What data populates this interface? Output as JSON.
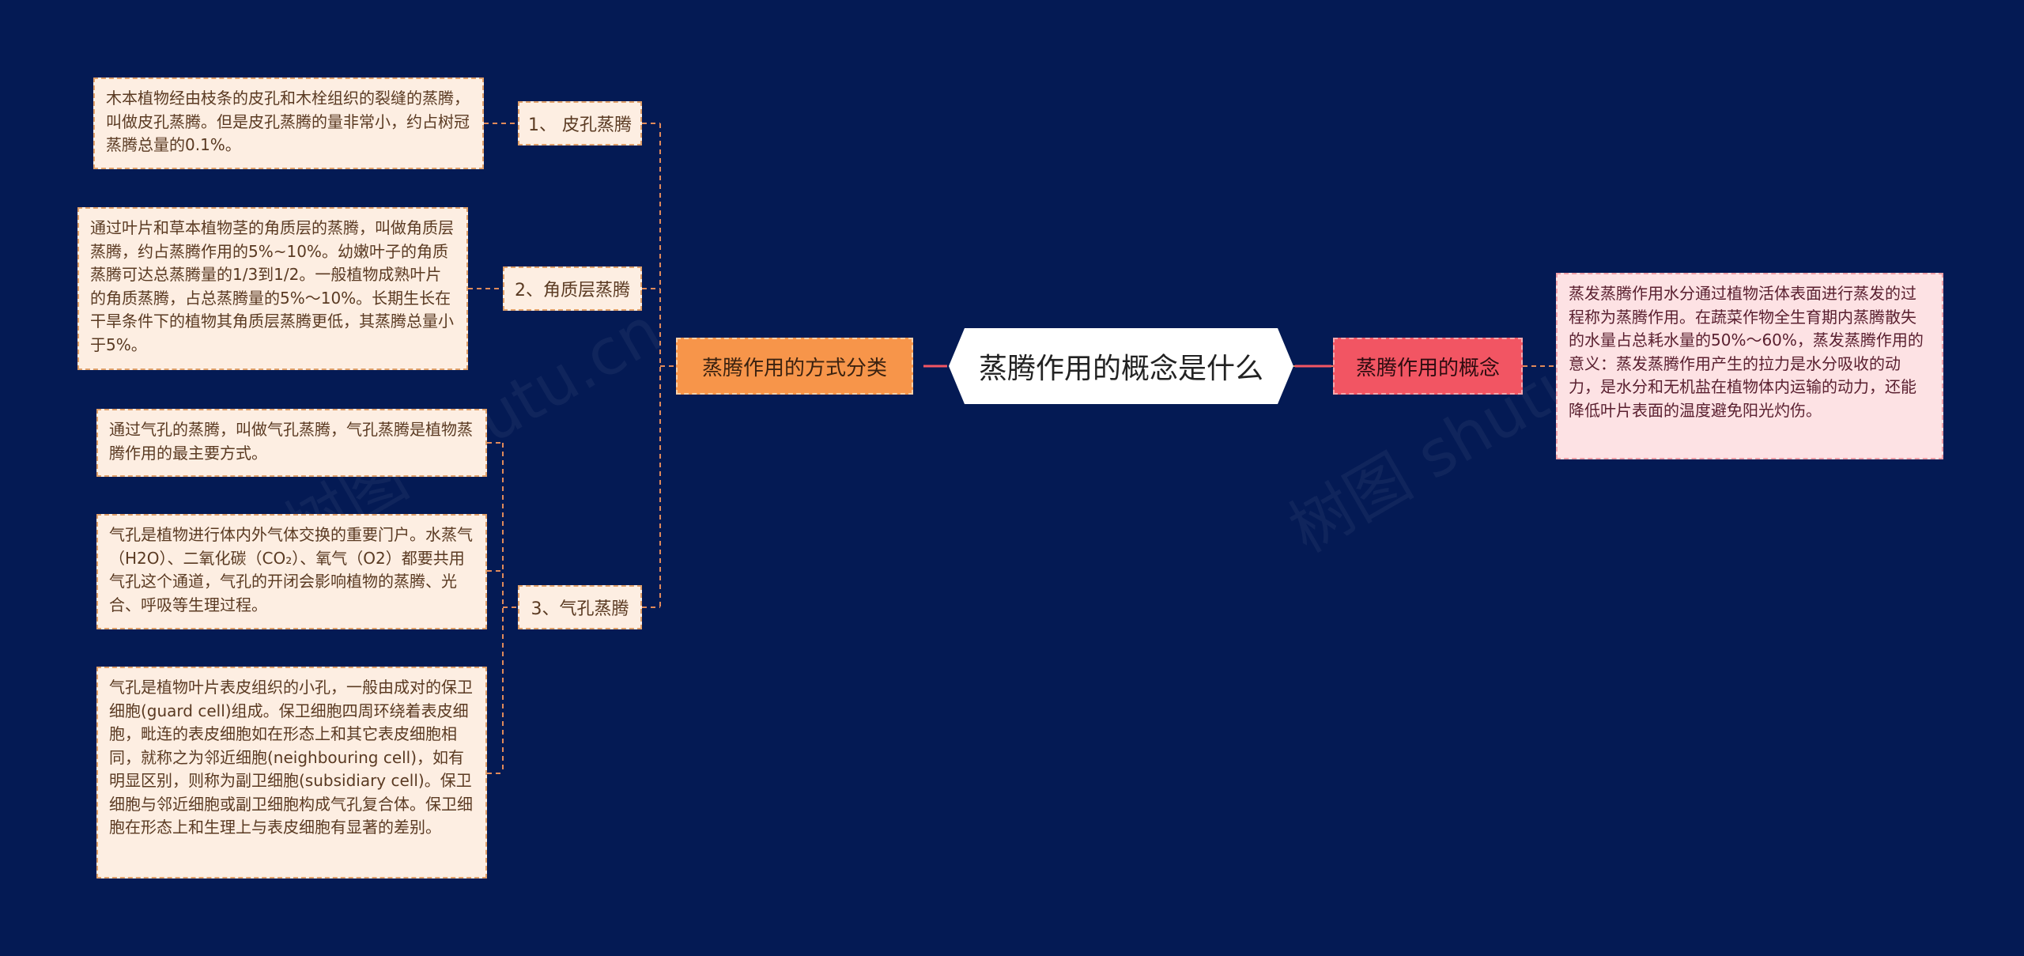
{
  "center": {
    "text": "蒸腾作用的概念是什么"
  },
  "left_branch": {
    "label": "蒸腾作用的方式分类",
    "children": [
      {
        "label": "1、 皮孔蒸腾",
        "details": [
          "木本植物经由枝条的皮孔和木栓组织的裂缝的蒸腾，叫做皮孔蒸腾。但是皮孔蒸腾的量非常小，约占树冠蒸腾总量的0.1%。"
        ]
      },
      {
        "label": "2、角质层蒸腾",
        "details": [
          "通过叶片和草本植物茎的角质层的蒸腾，叫做角质层蒸腾，约占蒸腾作用的5%~10%。幼嫩叶子的角质蒸腾可达总蒸腾量的1/3到1/2。一般植物成熟叶片的角质蒸腾，占总蒸腾量的5%～10%。长期生长在干旱条件下的植物其角质层蒸腾更低，其蒸腾总量小于5%。"
        ]
      },
      {
        "label": "3、气孔蒸腾",
        "details": [
          "通过气孔的蒸腾，叫做气孔蒸腾，气孔蒸腾是植物蒸腾作用的最主要方式。",
          "气孔是植物进行体内外气体交换的重要门户。水蒸气（H2O）、二氧化碳（CO₂）、氧气（O2）都要共用气孔这个通道，气孔的开闭会影响植物的蒸腾、光合、呼吸等生理过程。",
          "气孔是植物叶片表皮组织的小孔，一般由成对的保卫细胞(guard cell)组成。保卫细胞四周环绕着表皮细胞，毗连的表皮细胞如在形态上和其它表皮细胞相同，就称之为邻近细胞(neighbouring cell)，如有明显区别，则称为副卫细胞(subsidiary cell)。保卫细胞与邻近细胞或副卫细胞构成气孔复合体。保卫细胞在形态上和生理上与表皮细胞有显著的差别。"
        ]
      }
    ]
  },
  "right_branch": {
    "label": "蒸腾作用的概念",
    "detail": "蒸发蒸腾作用水分通过植物活体表面进行蒸发的过程称为蒸腾作用。在蔬菜作物全生育期内蒸腾散失的水量占总耗水量的50%～60%，蒸发蒸腾作用的意义：蒸发蒸腾作用产生的拉力是水分吸收的动力，是水分和无机盐在植物体内运输的动力，还能降低叶片表面的温度避免阳光灼伤。"
  },
  "watermarks": [
    "树图 shutu.cn",
    "树图 shutu.cn"
  ],
  "colors": {
    "background": "#041a54",
    "connector": "#e08a5a",
    "left_branch": "#f7954a",
    "right_branch": "#f25563",
    "leaf": "#fdeee2"
  }
}
